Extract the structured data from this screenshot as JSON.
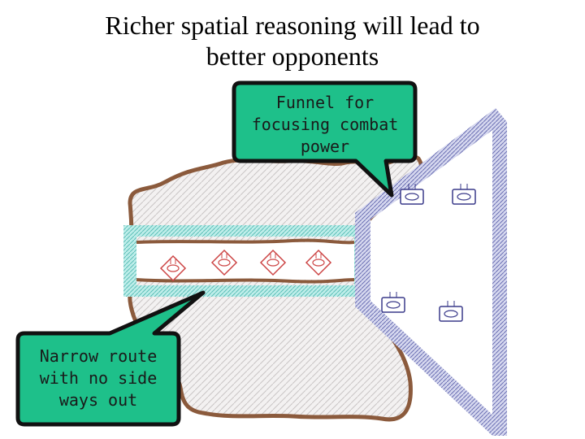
{
  "title": {
    "line1": "Richer spatial reasoning will lead to",
    "line2": "better opponents"
  },
  "callouts": {
    "funnel": [
      "Funnel for",
      "focusing combat",
      "power"
    ],
    "route": [
      "Narrow route",
      "with no side",
      "ways out"
    ]
  },
  "colors": {
    "callout_fill": "#1ec08a",
    "terrain_border": "#8b5a3c",
    "corridor_border": "#7fd6d0",
    "funnel_border": "#8a8fc8",
    "red_units": "#cc4444",
    "blue_units": "#3a3a8a"
  },
  "units": {
    "attackers": 4,
    "defenders": 4
  }
}
